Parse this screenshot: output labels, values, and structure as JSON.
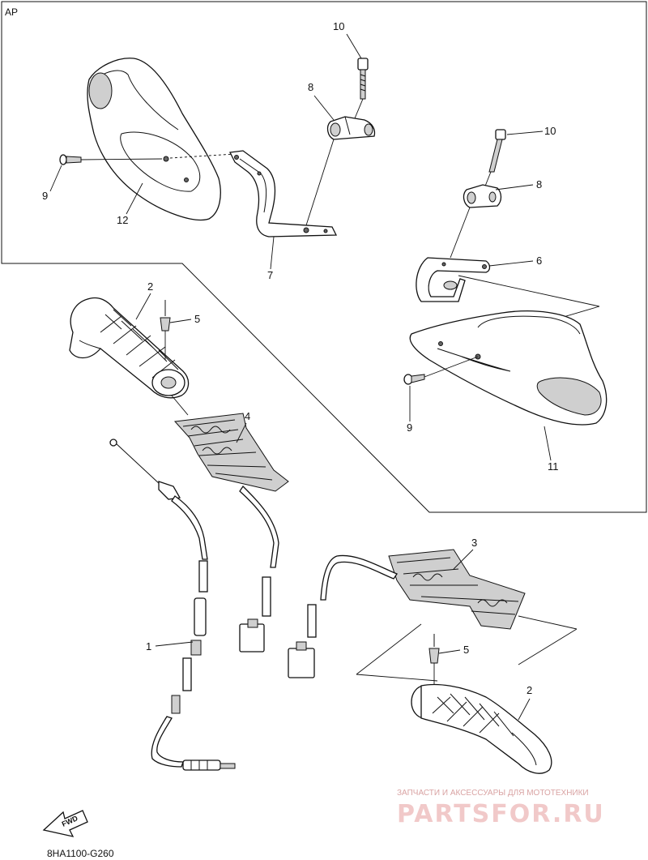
{
  "diagram": {
    "corner_label": "AP",
    "code": "8HA1100-G260",
    "fwd_label": "FWD",
    "callouts": [
      {
        "id": "c1",
        "text": "1"
      },
      {
        "id": "c2a",
        "text": "2"
      },
      {
        "id": "c2b",
        "text": "2"
      },
      {
        "id": "c3",
        "text": "3"
      },
      {
        "id": "c4",
        "text": "4"
      },
      {
        "id": "c5a",
        "text": "5"
      },
      {
        "id": "c5b",
        "text": "5"
      },
      {
        "id": "c6",
        "text": "6"
      },
      {
        "id": "c7",
        "text": "7"
      },
      {
        "id": "c8a",
        "text": "8"
      },
      {
        "id": "c8b",
        "text": "8"
      },
      {
        "id": "c9a",
        "text": "9"
      },
      {
        "id": "c9b",
        "text": "9"
      },
      {
        "id": "c10a",
        "text": "10"
      },
      {
        "id": "c10b",
        "text": "10"
      },
      {
        "id": "c11",
        "text": "11"
      },
      {
        "id": "c12",
        "text": "12"
      }
    ]
  },
  "watermark": {
    "subtitle": "ЗАПЧАСТИ И АКСЕССУАРЫ ДЛЯ МОТОТЕХНИКИ",
    "brand": "PARTSFOR.RU"
  }
}
